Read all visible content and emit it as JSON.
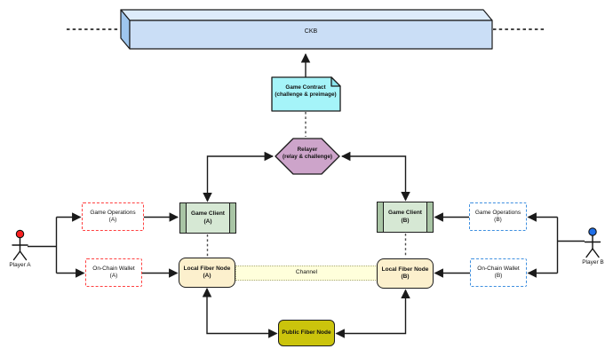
{
  "nodes": {
    "ckb": {
      "label": "CKB"
    },
    "game_contract": {
      "label": "Game Contract",
      "sublabel": "(challenge & preimage)"
    },
    "relayer": {
      "label": "Relayer",
      "sublabel": "(relay & challenge)"
    },
    "game_operations_a": {
      "label": "Game Operations",
      "sublabel": "(A)"
    },
    "on_chain_wallet_a": {
      "label": "On-Chain Wallet",
      "sublabel": "(A)"
    },
    "game_client_a": {
      "label": "Game Client",
      "sublabel": "(A)"
    },
    "local_fiber_node_a": {
      "label": "Local Fiber Node",
      "sublabel": "(A)"
    },
    "game_operations_b": {
      "label": "Game Operations",
      "sublabel": "(B)"
    },
    "on_chain_wallet_b": {
      "label": "On-Chain Wallet",
      "sublabel": "(B)"
    },
    "game_client_b": {
      "label": "Game Client",
      "sublabel": "(B)"
    },
    "local_fiber_node_b": {
      "label": "Local Fiber Node",
      "sublabel": "(B)"
    },
    "channel": {
      "label": "Channel"
    },
    "public_fiber_node": {
      "label": "Public Fiber Node"
    },
    "player_a": {
      "label": "Player A"
    },
    "player_b": {
      "label": "Player B"
    }
  },
  "colors": {
    "ckb_front_fill": "#cadef6",
    "ckb_top_fill": "#ddecfb",
    "ckb_side_fill": "#9ec6ee",
    "contract_fill": "#a5f4f9",
    "contract_fold_fill": "#8ae4ec",
    "relayer_fill": "#cda4ca",
    "client_fill": "#d6e8d4",
    "client_bar_fill": "#a9c5a5",
    "fiber_fill": "#fcf0cd",
    "channel_fill": "#ffffdb",
    "public_fill": "#cbc40c",
    "dashed_red": "#ff4040",
    "dashed_blue": "#3f90e0",
    "player_a_head": "#fa2020",
    "player_b_head": "#1f6fe8",
    "line": "#1a1a1a"
  }
}
